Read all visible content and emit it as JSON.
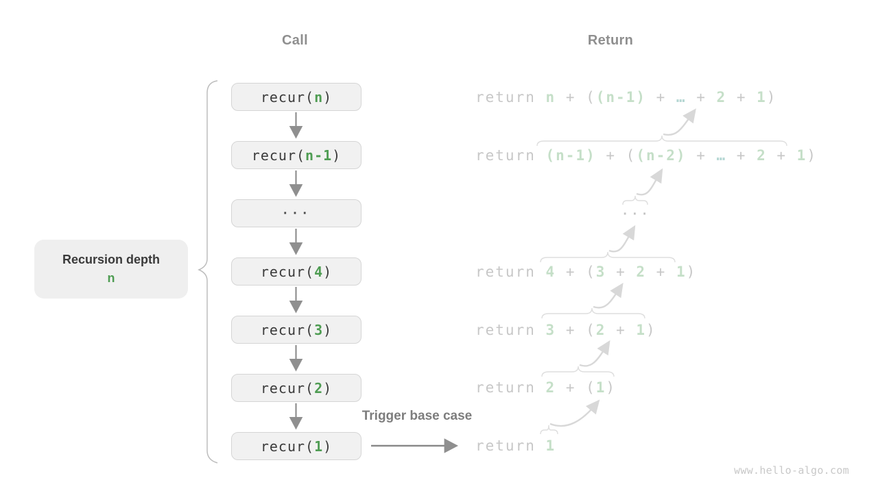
{
  "headers": {
    "call": "Call",
    "return": "Return"
  },
  "depth_label": {
    "title": "Recursion depth",
    "value": "n"
  },
  "trigger_label": "Trigger base case",
  "watermark": "www.hello-algo.com",
  "colors": {
    "green": "#4e9c52",
    "light_green": "#c5dfc8",
    "teal_ellipsis": "#b5d7d3",
    "return_gray": "#c7c7c7",
    "dark_text": "#3a3a3a",
    "box_bg": "#f1f1f1",
    "box_border": "#d5d5d5",
    "arrow_gray": "#8f8f8f",
    "light_arrow": "#d8d8d8"
  },
  "call_rows": [
    {
      "tokens": [
        [
          "recur(",
          "dark"
        ],
        [
          "n",
          "green"
        ],
        [
          ")",
          "dark"
        ]
      ]
    },
    {
      "tokens": [
        [
          "recur(",
          "dark"
        ],
        [
          "n-1",
          "green"
        ],
        [
          ")",
          "dark"
        ]
      ]
    },
    {
      "tokens": [
        [
          "···",
          "dots"
        ]
      ]
    },
    {
      "tokens": [
        [
          "recur(",
          "dark"
        ],
        [
          "4",
          "green"
        ],
        [
          ")",
          "dark"
        ]
      ]
    },
    {
      "tokens": [
        [
          "recur(",
          "dark"
        ],
        [
          "3",
          "green"
        ],
        [
          ")",
          "dark"
        ]
      ]
    },
    {
      "tokens": [
        [
          "recur(",
          "dark"
        ],
        [
          "2",
          "green"
        ],
        [
          ")",
          "dark"
        ]
      ]
    },
    {
      "tokens": [
        [
          "recur(",
          "dark"
        ],
        [
          "1",
          "green"
        ],
        [
          ")",
          "dark"
        ]
      ]
    }
  ],
  "return_rows": [
    {
      "tokens": [
        [
          "return ",
          "gray"
        ],
        [
          "n",
          "lgreen"
        ],
        [
          " + ",
          "gray"
        ],
        [
          "(",
          "gray"
        ],
        [
          "(n-1)",
          "lgreen"
        ],
        [
          " + ",
          "gray"
        ],
        [
          "…",
          "teal"
        ],
        [
          " + ",
          "gray"
        ],
        [
          "2",
          "lgreen"
        ],
        [
          " + ",
          "gray"
        ],
        [
          "1",
          "lgreen"
        ],
        [
          ")",
          "gray"
        ]
      ]
    },
    {
      "tokens": [
        [
          "return ",
          "gray"
        ],
        [
          "(n-1)",
          "lgreen"
        ],
        [
          " + ",
          "gray"
        ],
        [
          "(",
          "gray"
        ],
        [
          "(n-2)",
          "lgreen"
        ],
        [
          " + ",
          "gray"
        ],
        [
          "…",
          "teal"
        ],
        [
          " + ",
          "gray"
        ],
        [
          "2",
          "lgreen"
        ],
        [
          " + ",
          "gray"
        ],
        [
          "1",
          "lgreen"
        ],
        [
          ")",
          "gray"
        ]
      ]
    },
    {
      "tokens": [
        [
          "···",
          "dots2"
        ]
      ]
    },
    {
      "tokens": [
        [
          "return ",
          "gray"
        ],
        [
          "4",
          "lgreen"
        ],
        [
          " + ",
          "gray"
        ],
        [
          "(",
          "gray"
        ],
        [
          "3",
          "lgreen"
        ],
        [
          " + ",
          "gray"
        ],
        [
          "2",
          "lgreen"
        ],
        [
          " + ",
          "gray"
        ],
        [
          "1",
          "lgreen"
        ],
        [
          ")",
          "gray"
        ]
      ]
    },
    {
      "tokens": [
        [
          "return ",
          "gray"
        ],
        [
          "3",
          "lgreen"
        ],
        [
          " + ",
          "gray"
        ],
        [
          "(",
          "gray"
        ],
        [
          "2",
          "lgreen"
        ],
        [
          " + ",
          "gray"
        ],
        [
          "1",
          "lgreen"
        ],
        [
          ")",
          "gray"
        ]
      ]
    },
    {
      "tokens": [
        [
          "return ",
          "gray"
        ],
        [
          "2",
          "lgreen"
        ],
        [
          " + ",
          "gray"
        ],
        [
          "(",
          "gray"
        ],
        [
          "1",
          "lgreen"
        ],
        [
          ")",
          "gray"
        ]
      ]
    },
    {
      "tokens": [
        [
          "return ",
          "gray"
        ],
        [
          "1",
          "lgreen"
        ]
      ]
    }
  ]
}
